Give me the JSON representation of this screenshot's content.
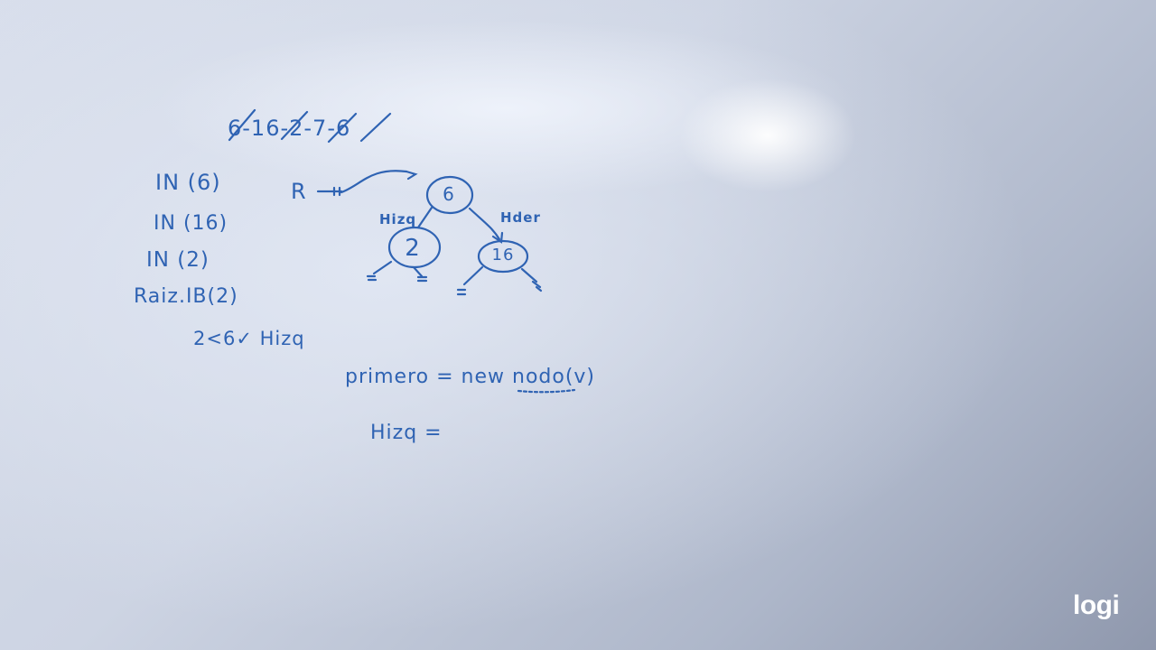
{
  "board": {
    "sequence": "6-16-2-7-6",
    "operations": [
      "IN (6)",
      "IN (16)",
      "IN (2)",
      "Raiz.IB(2)",
      "2<6✓ Hizq"
    ],
    "pointer_label": "R",
    "tree": {
      "root": "6",
      "left_label": "Hizq",
      "left": "2",
      "right_label": "Hder",
      "right": "16"
    },
    "code": {
      "line1": "primero = new nodo(v)",
      "line2": "Hizq ="
    }
  },
  "watermark": "logi",
  "colors": {
    "ink": "#2f63b3",
    "board": "#d3d9e6"
  }
}
